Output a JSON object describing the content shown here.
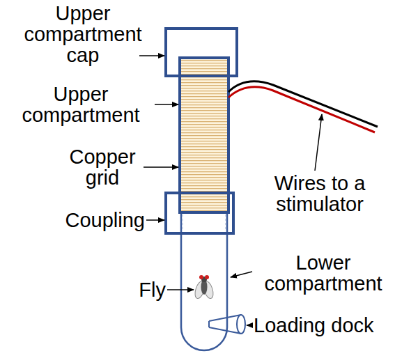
{
  "diagram": {
    "labels": [
      "Upper compartment cap",
      "Upper compartment",
      "Copper grid",
      "Coupling",
      "Fly",
      "Lower compartment",
      "Wires to a stimulator",
      "Loading dock"
    ]
  }
}
